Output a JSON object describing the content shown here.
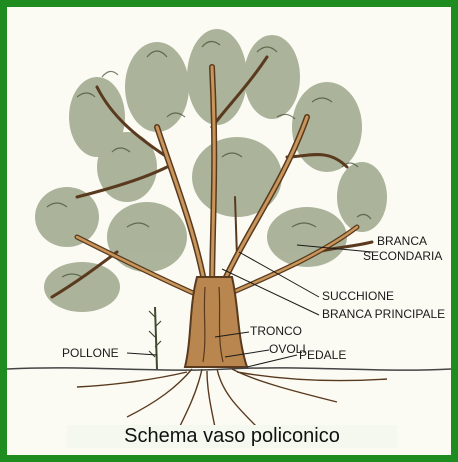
{
  "labels": {
    "branca_secondaria_1": "BRANCA",
    "branca_secondaria_2": "SECONDARIA",
    "succhione": "SUCCHIONE",
    "branca_principale": "BRANCA PRINCIPALE",
    "tronco": "TRONCO",
    "ovoli": "OVOLI",
    "pedale": "PEDALE",
    "pollone": "POLLONE"
  },
  "caption": "Schema vaso policonico",
  "colors": {
    "frame": "#1f8c1f",
    "foliage": "#5b6b45",
    "wood": "#b8864e",
    "wood_outline": "#5a3a1e",
    "ground": "#444444"
  }
}
